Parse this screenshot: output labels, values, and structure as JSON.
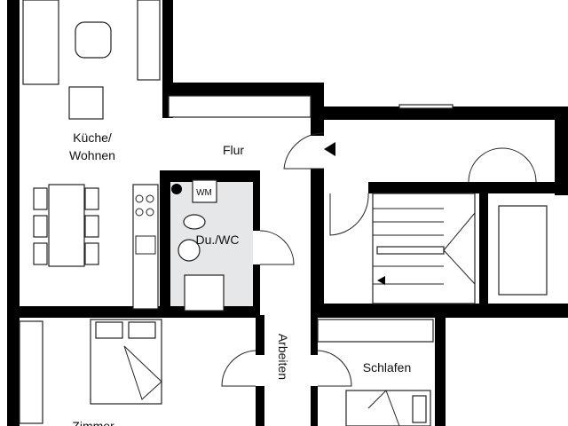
{
  "rooms": {
    "kitchen_living": {
      "line1": "Küche/",
      "line2": "Wohnen"
    },
    "hallway": "Flur",
    "washing_machine": "WM",
    "bathroom": "Du./WC",
    "bedroom": "Schlafen",
    "room": "Zimmer",
    "study": "Arbeiten"
  },
  "colors": {
    "walls": "#000000",
    "bathroom_floor": "#e6e7e9"
  }
}
